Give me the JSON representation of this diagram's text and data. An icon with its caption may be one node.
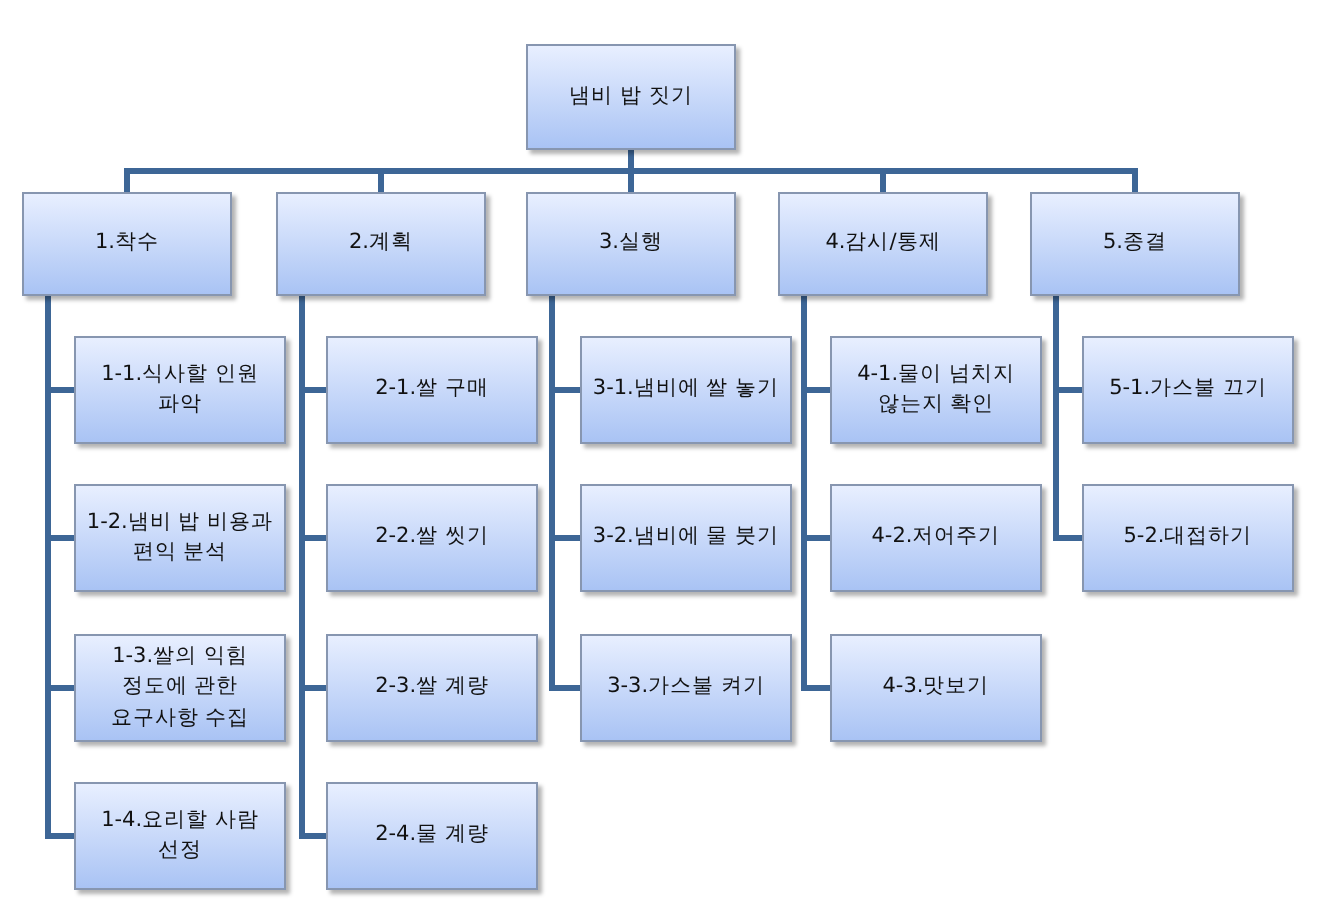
{
  "diagram": {
    "nodes": [
      {
        "text": [
          "냄비 밥 짓기"
        ]
      },
      {
        "text": [
          "1.착수"
        ]
      },
      {
        "text": [
          "2.계획"
        ]
      },
      {
        "text": [
          "3.실행"
        ]
      },
      {
        "text": [
          "4.감시/통제"
        ]
      },
      {
        "text": [
          "5.종결"
        ]
      },
      {
        "text": [
          "1-1.식사할 인원 파악"
        ]
      },
      {
        "text": [
          "1-2.냄비 밥 비용과 편익 분석"
        ]
      },
      {
        "text": [
          "1-3.쌀의 익힘 정도에 관한 요구사항 수집"
        ]
      },
      {
        "text": [
          "1-4.요리할 사람 선정"
        ]
      },
      {
        "text": [
          "2-1.쌀 구매"
        ]
      },
      {
        "text": [
          "2-2.쌀 씻기"
        ]
      },
      {
        "text": [
          "2-3.쌀 계량"
        ]
      },
      {
        "text": [
          "2-4.물 계량"
        ]
      },
      {
        "text": [
          "3-1.냄비에 쌀 놓기"
        ]
      },
      {
        "text": [
          "3-2.냄비에 물 붓기"
        ]
      },
      {
        "text": [
          "3-3.가스불 켜기"
        ]
      },
      {
        "text": [
          "4-1.물이 넘치지 않는지 확인"
        ]
      },
      {
        "text": [
          "4-2.저어주기"
        ]
      },
      {
        "text": [
          "4-3.맛보기"
        ]
      },
      {
        "text": [
          "5-1.가스불 끄기"
        ]
      },
      {
        "text": [
          "5-2.대접하기"
        ]
      }
    ],
    "edges": [
      {
        "from": 0,
        "to": 1,
        "arrow": "none"
      },
      {
        "from": 0,
        "to": 2,
        "arrow": "none"
      },
      {
        "from": 0,
        "to": 3,
        "arrow": "none"
      },
      {
        "from": 0,
        "to": 4,
        "arrow": "none"
      },
      {
        "from": 0,
        "to": 5,
        "arrow": "none"
      },
      {
        "from": 1,
        "to": 6,
        "arrow": "none"
      },
      {
        "from": 1,
        "to": 7,
        "arrow": "none"
      },
      {
        "from": 1,
        "to": 8,
        "arrow": "none"
      },
      {
        "from": 1,
        "to": 9,
        "arrow": "none"
      },
      {
        "from": 2,
        "to": 10,
        "arrow": "none"
      },
      {
        "from": 2,
        "to": 11,
        "arrow": "none"
      },
      {
        "from": 2,
        "to": 12,
        "arrow": "none"
      },
      {
        "from": 2,
        "to": 13,
        "arrow": "none"
      },
      {
        "from": 3,
        "to": 14,
        "arrow": "none"
      },
      {
        "from": 3,
        "to": 15,
        "arrow": "none"
      },
      {
        "from": 3,
        "to": 16,
        "arrow": "none"
      },
      {
        "from": 4,
        "to": 17,
        "arrow": "none"
      },
      {
        "from": 4,
        "to": 18,
        "arrow": "none"
      },
      {
        "from": 4,
        "to": 19,
        "arrow": "none"
      },
      {
        "from": 5,
        "to": 20,
        "arrow": "none"
      },
      {
        "from": 5,
        "to": 21,
        "arrow": "none"
      }
    ]
  }
}
